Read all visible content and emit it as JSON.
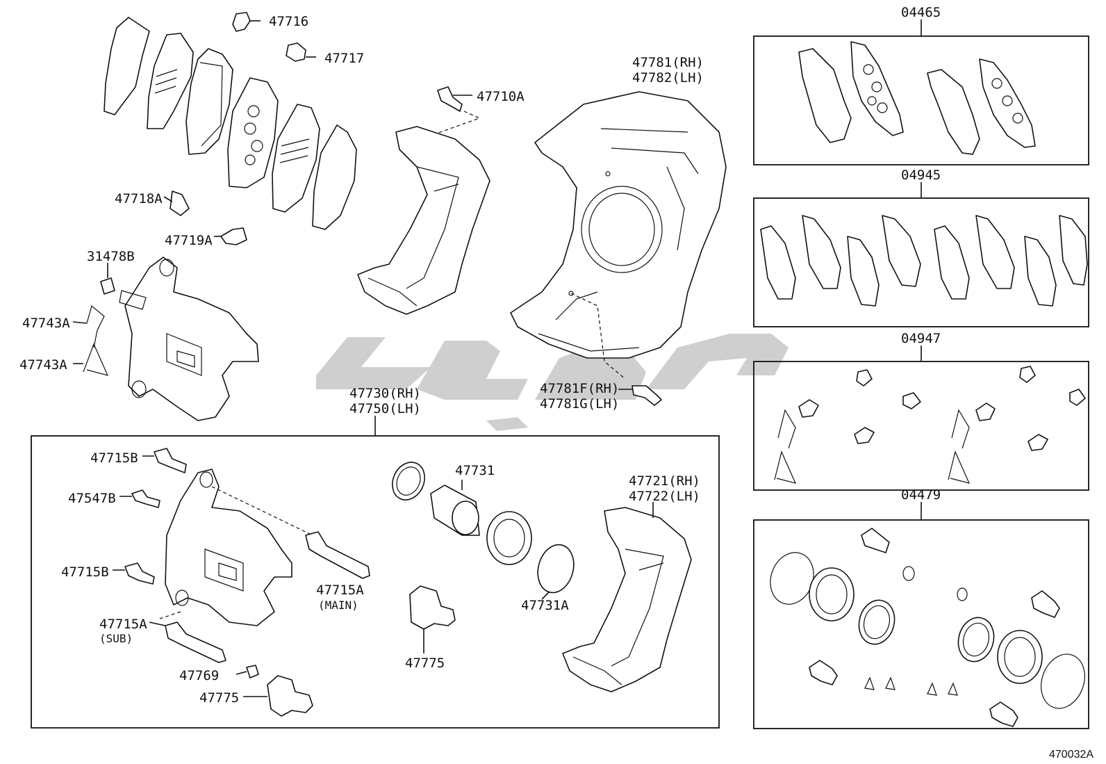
{
  "diagram": {
    "figure_id": "470032A",
    "parts": {
      "p47716": "47716",
      "p47717": "47717",
      "p47718A": "47718A",
      "p47719A": "47719A",
      "p31478B": "31478B",
      "p47743A_1": "47743A",
      "p47743A_2": "47743A",
      "p47710A": "47710A",
      "p47781_rh": "47781(RH)",
      "p47782_lh": "47782(LH)",
      "p47781F_rh": "47781F(RH)",
      "p47781G_lh": "47781G(LH)",
      "p47730_rh": "47730(RH)",
      "p47750_lh": "47750(LH)",
      "p47715B_1": "47715B",
      "p47547B": "47547B",
      "p47715B_2": "47715B",
      "p47715A_sub": "47715A",
      "sub_note": "(SUB)",
      "p47715A_main": "47715A",
      "main_note": "(MAIN)",
      "p47769": "47769",
      "p47775_1": "47775",
      "p47731": "47731",
      "p47775_2": "47775",
      "p47731A": "47731A",
      "p47721_rh": "47721(RH)",
      "p47722_lh": "47722(LH)"
    },
    "kits": {
      "k04465": "04465",
      "k04945": "04945",
      "k04947": "04947",
      "k04479": "04479"
    }
  }
}
